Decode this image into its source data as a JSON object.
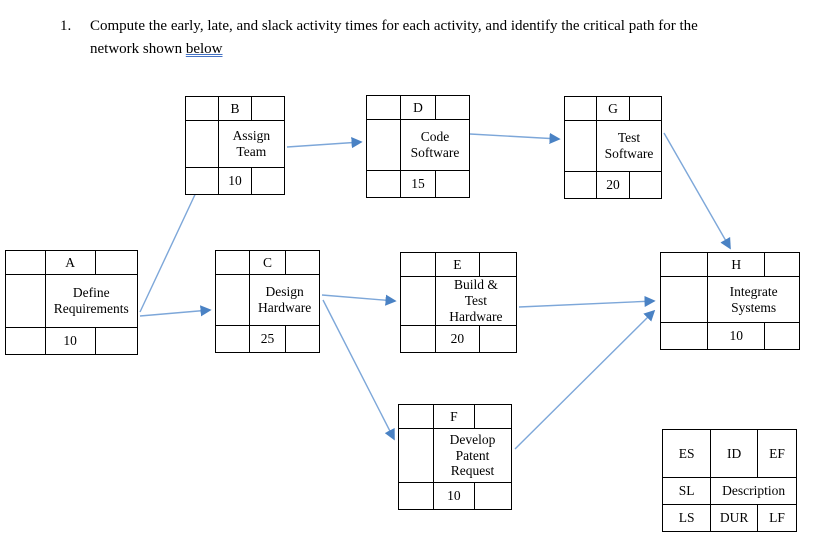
{
  "question": {
    "number": "1.",
    "line1": "Compute the early, late, and slack activity times for each activity, and identify the critical path for the",
    "line2_prefix": "network shown ",
    "underlined_word": "below"
  },
  "nodes": [
    {
      "id": "A",
      "description": "Define\nRequirements",
      "duration": "10"
    },
    {
      "id": "B",
      "description": "Assign\nTeam",
      "duration": "10"
    },
    {
      "id": "C",
      "description": "Design\nHardware",
      "duration": "25"
    },
    {
      "id": "D",
      "description": "Code\nSoftware",
      "duration": "15"
    },
    {
      "id": "E",
      "description": "Build &\nTest\nHardware",
      "duration": "20"
    },
    {
      "id": "F",
      "description": "Develop\nPatent\nRequest",
      "duration": "10"
    },
    {
      "id": "G",
      "description": "Test\nSoftware",
      "duration": "20"
    },
    {
      "id": "H",
      "description": "Integrate\nSystems",
      "duration": "10"
    }
  ],
  "edges": [
    {
      "from": "A",
      "to": "B"
    },
    {
      "from": "A",
      "to": "C"
    },
    {
      "from": "B",
      "to": "D"
    },
    {
      "from": "C",
      "to": "E"
    },
    {
      "from": "C",
      "to": "F"
    },
    {
      "from": "D",
      "to": "G"
    },
    {
      "from": "E",
      "to": "H"
    },
    {
      "from": "F",
      "to": "H"
    },
    {
      "from": "G",
      "to": "H"
    }
  ],
  "legend": {
    "es": "ES",
    "id": "ID",
    "ef": "EF",
    "sl": "SL",
    "description": "Description",
    "ls": "LS",
    "dur": "DUR",
    "lf": "LF"
  },
  "colors": {
    "arrow_line": "#7da7d9",
    "arrow_head": "#4a82c4",
    "table_border": "#000000",
    "underline": "#4472c4"
  }
}
